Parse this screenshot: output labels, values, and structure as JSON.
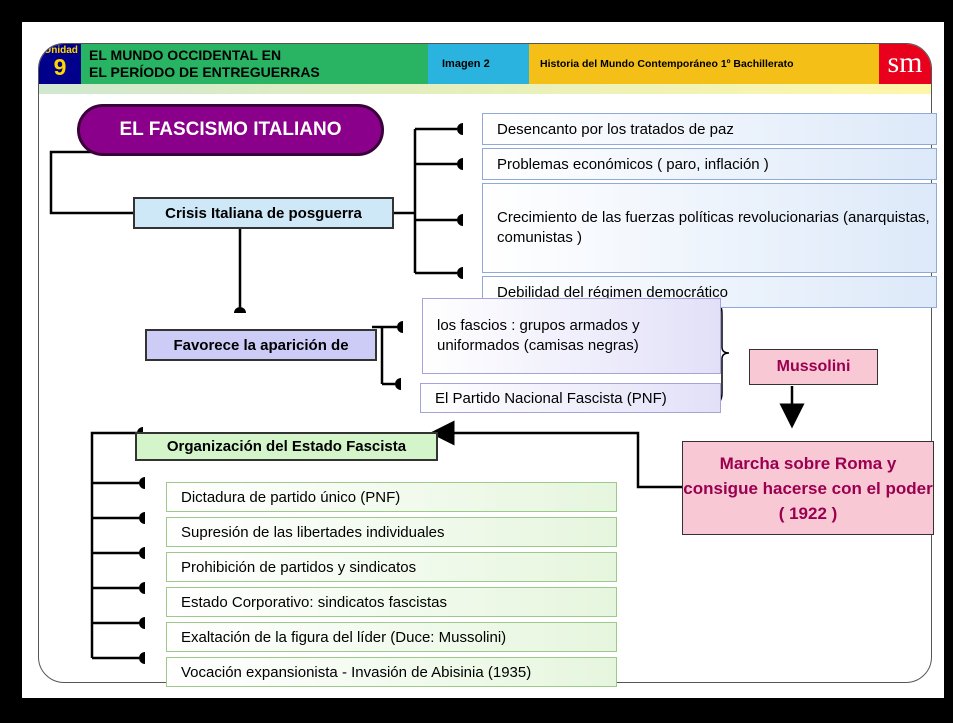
{
  "header": {
    "unidad_label": "Unidad",
    "unidad_number": "9",
    "title_line1": "EL MUNDO OCCIDENTAL EN",
    "title_line2": "EL PERÍODO DE ENTREGUERRAS",
    "imagen_label": "Imagen 2",
    "course": "Historia del Mundo Contemporáneo 1º Bachillerato",
    "logo_text": "sm"
  },
  "diagram": {
    "title": "EL FASCISMO ITALIANO",
    "crisis": {
      "label": "Crisis Italiana de posguerra",
      "causes": [
        "Desencanto por los tratados de paz",
        "Problemas económicos ( paro, inflación )",
        "Crecimiento de las fuerzas políticas revolucionarias (anarquistas, comunistas )",
        "Debilidad del régimen democrático"
      ]
    },
    "favorece": {
      "label": "Favorece la aparición de",
      "items": [
        "los fascios : grupos armados y uniformados (camisas negras)",
        "El Partido Nacional Fascista (PNF)"
      ]
    },
    "mussolini": "Mussolini",
    "marcha": "Marcha sobre Roma y consigue hacerse con el poder ( 1922 )",
    "organizacion": {
      "label": "Organización del Estado Fascista",
      "items": [
        "Dictadura de partido único (PNF)",
        "Supresión de las libertades individuales",
        "Prohibición de partidos y sindicatos",
        "Estado Corporativo: sindicatos fascistas",
        "Exaltación de la figura del líder (Duce: Mussolini)",
        "Vocación expansionista - Invasión de Abisinia (1935)"
      ]
    }
  }
}
